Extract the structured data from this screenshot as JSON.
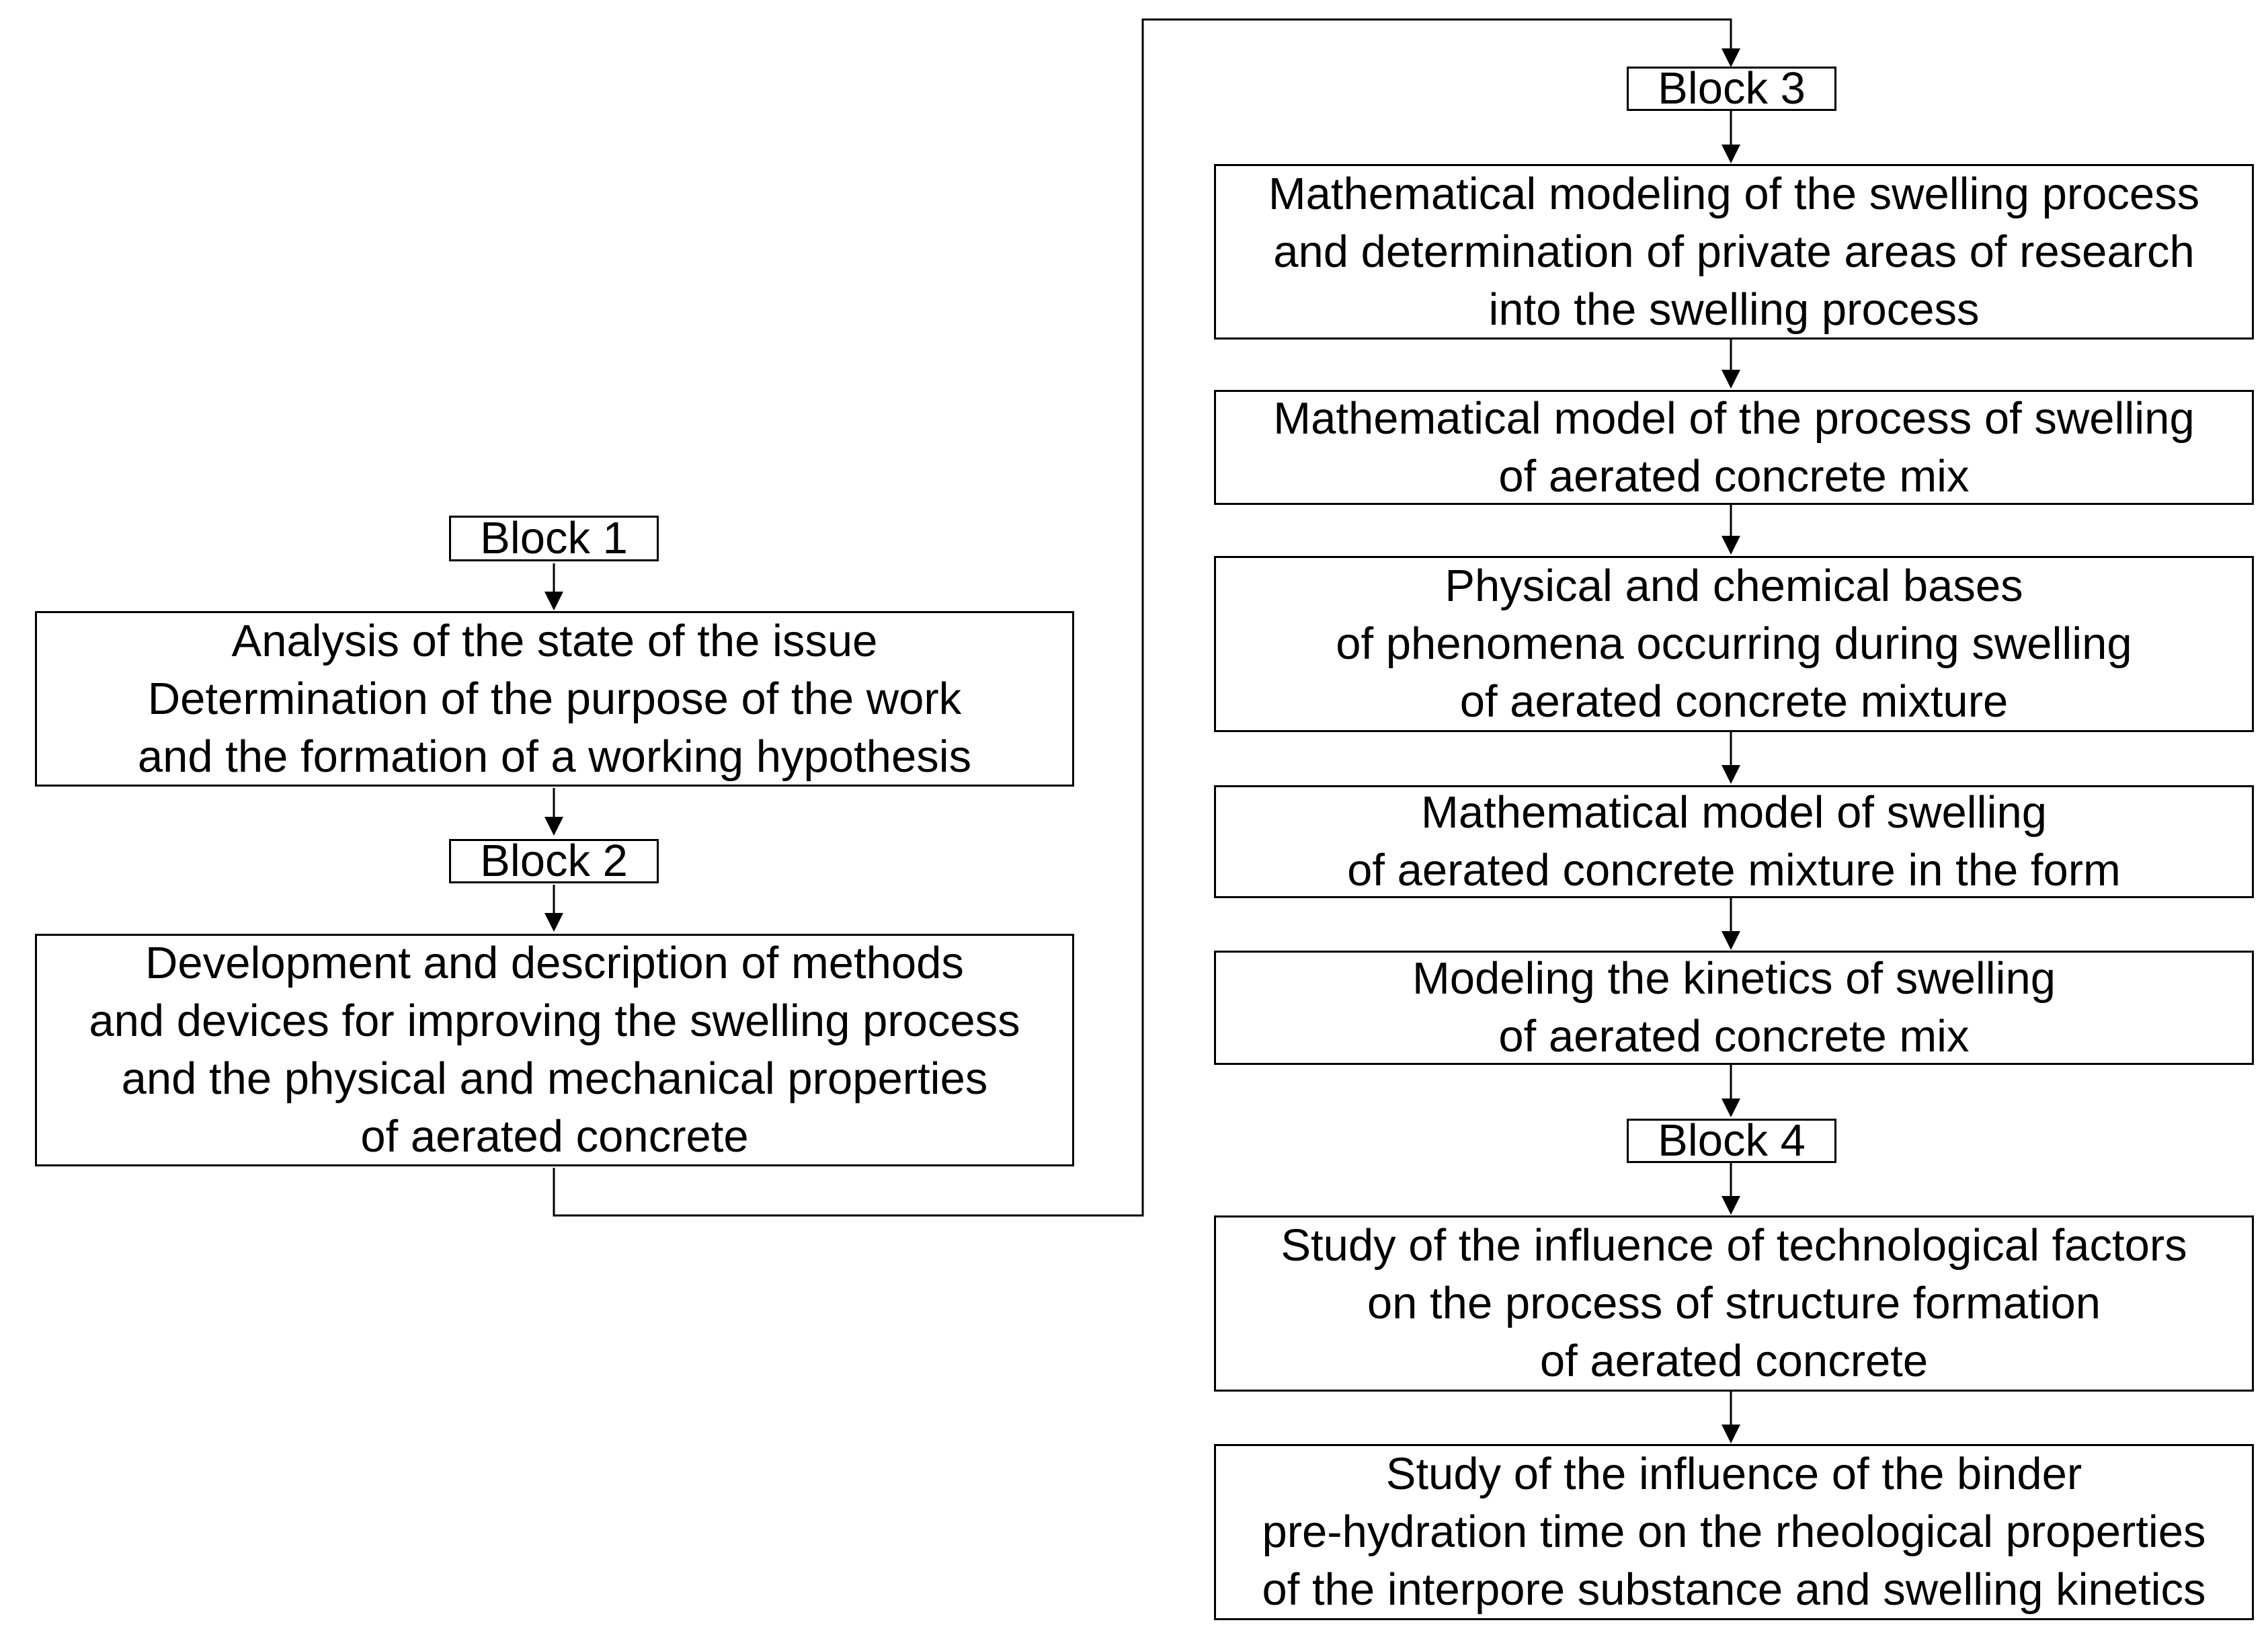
{
  "blocks": {
    "block1": "Block 1",
    "block2": "Block 2",
    "block3": "Block 3",
    "block4": "Block 4"
  },
  "steps": {
    "analysis": "Analysis of the state of the issue\nDetermination of the purpose of the work\nand the formation of a working hypothesis",
    "development": "Development and description of methods\nand devices for improving the swelling process\nand the physical and mechanical properties\nof aerated concrete",
    "math_modeling": "Mathematical modeling of the swelling process\nand determination of private areas of research\ninto the swelling process",
    "math_model_process": "Mathematical model of the process of swelling\nof aerated concrete mix",
    "physical_chemical": "Physical and chemical bases\nof phenomena occurring during swelling\nof aerated concrete mixture",
    "math_model_form": "Mathematical model of swelling\nof aerated concrete mixture in the form",
    "kinetics": "Modeling the kinetics of swelling\nof aerated concrete mix",
    "technological_factors": "Study of the influence of technological factors\non the process of structure formation\nof aerated concrete",
    "binder_prehydration": "Study of the influence of the binder\npre-hydration time on the rheological properties\nof the interpore substance and swelling kinetics"
  }
}
